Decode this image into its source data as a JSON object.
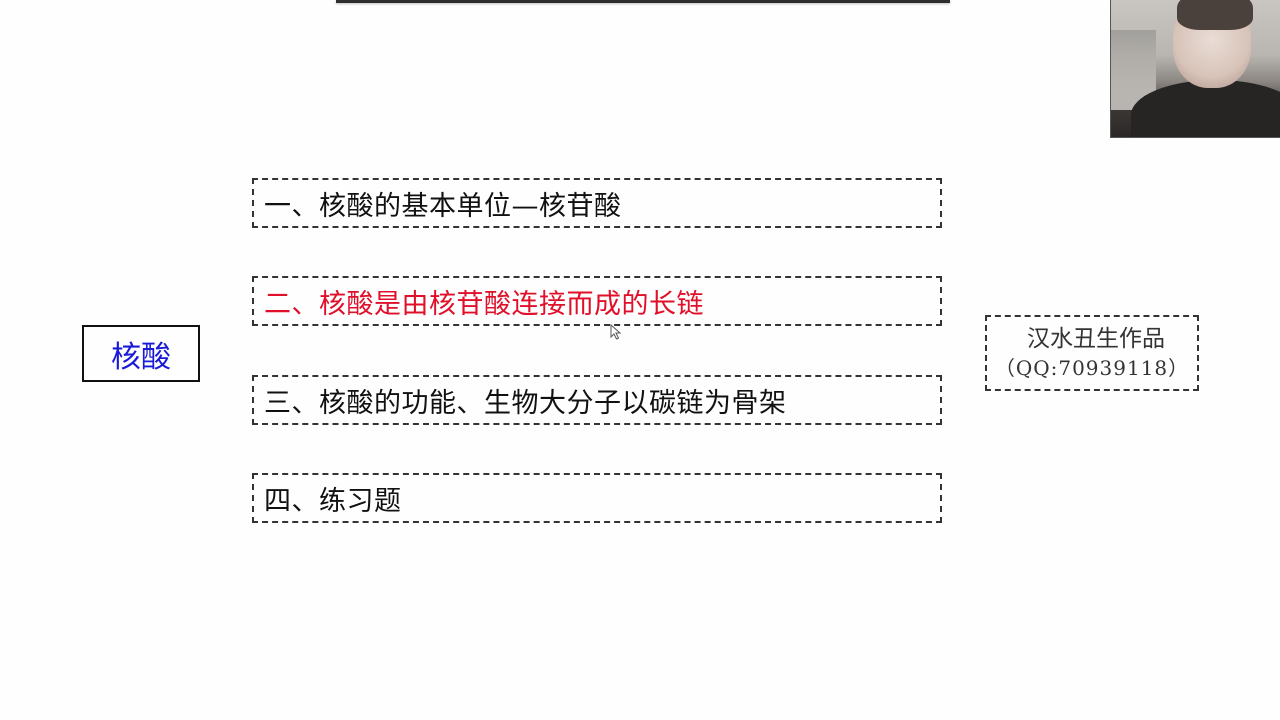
{
  "slide": {
    "topic_label": "核酸",
    "outline": [
      {
        "label": "一、核酸的基本单位—核苷酸",
        "active": false
      },
      {
        "label": "二、核酸是由核苷酸连接而成的长链",
        "active": true
      },
      {
        "label": "三、核酸的功能、生物大分子以碳链为骨架",
        "active": false
      },
      {
        "label": "四、练习题",
        "active": false
      }
    ],
    "credit": {
      "line1": "汉水丑生作品",
      "line2": "（QQ:70939118）"
    }
  },
  "colors": {
    "active_item": "#e0102a",
    "topic_label": "#1a1ad6",
    "default_text": "#111111",
    "border": "#333333"
  },
  "overlay": {
    "webcam": "presenter-video"
  }
}
